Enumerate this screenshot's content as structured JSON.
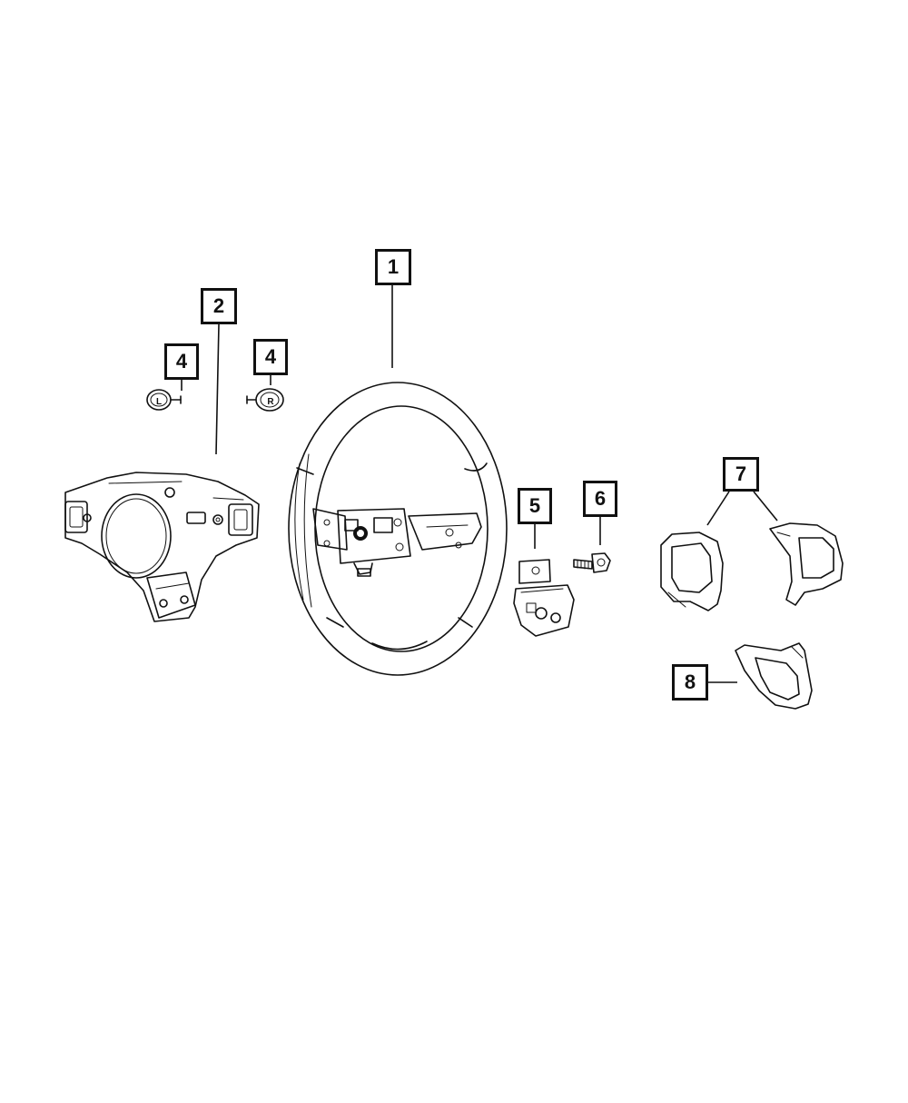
{
  "callouts": [
    {
      "id": "callout-1",
      "label": "1"
    },
    {
      "id": "callout-2",
      "label": "2"
    },
    {
      "id": "callout-4a",
      "label": "4"
    },
    {
      "id": "callout-4b",
      "label": "4"
    },
    {
      "id": "callout-5",
      "label": "5"
    },
    {
      "id": "callout-6",
      "label": "6"
    },
    {
      "id": "callout-7",
      "label": "7"
    },
    {
      "id": "callout-8",
      "label": "8"
    }
  ],
  "emblem_letters": {
    "left": "L",
    "right": "R"
  },
  "colors": {
    "line": "#111111",
    "background": "#ffffff"
  }
}
